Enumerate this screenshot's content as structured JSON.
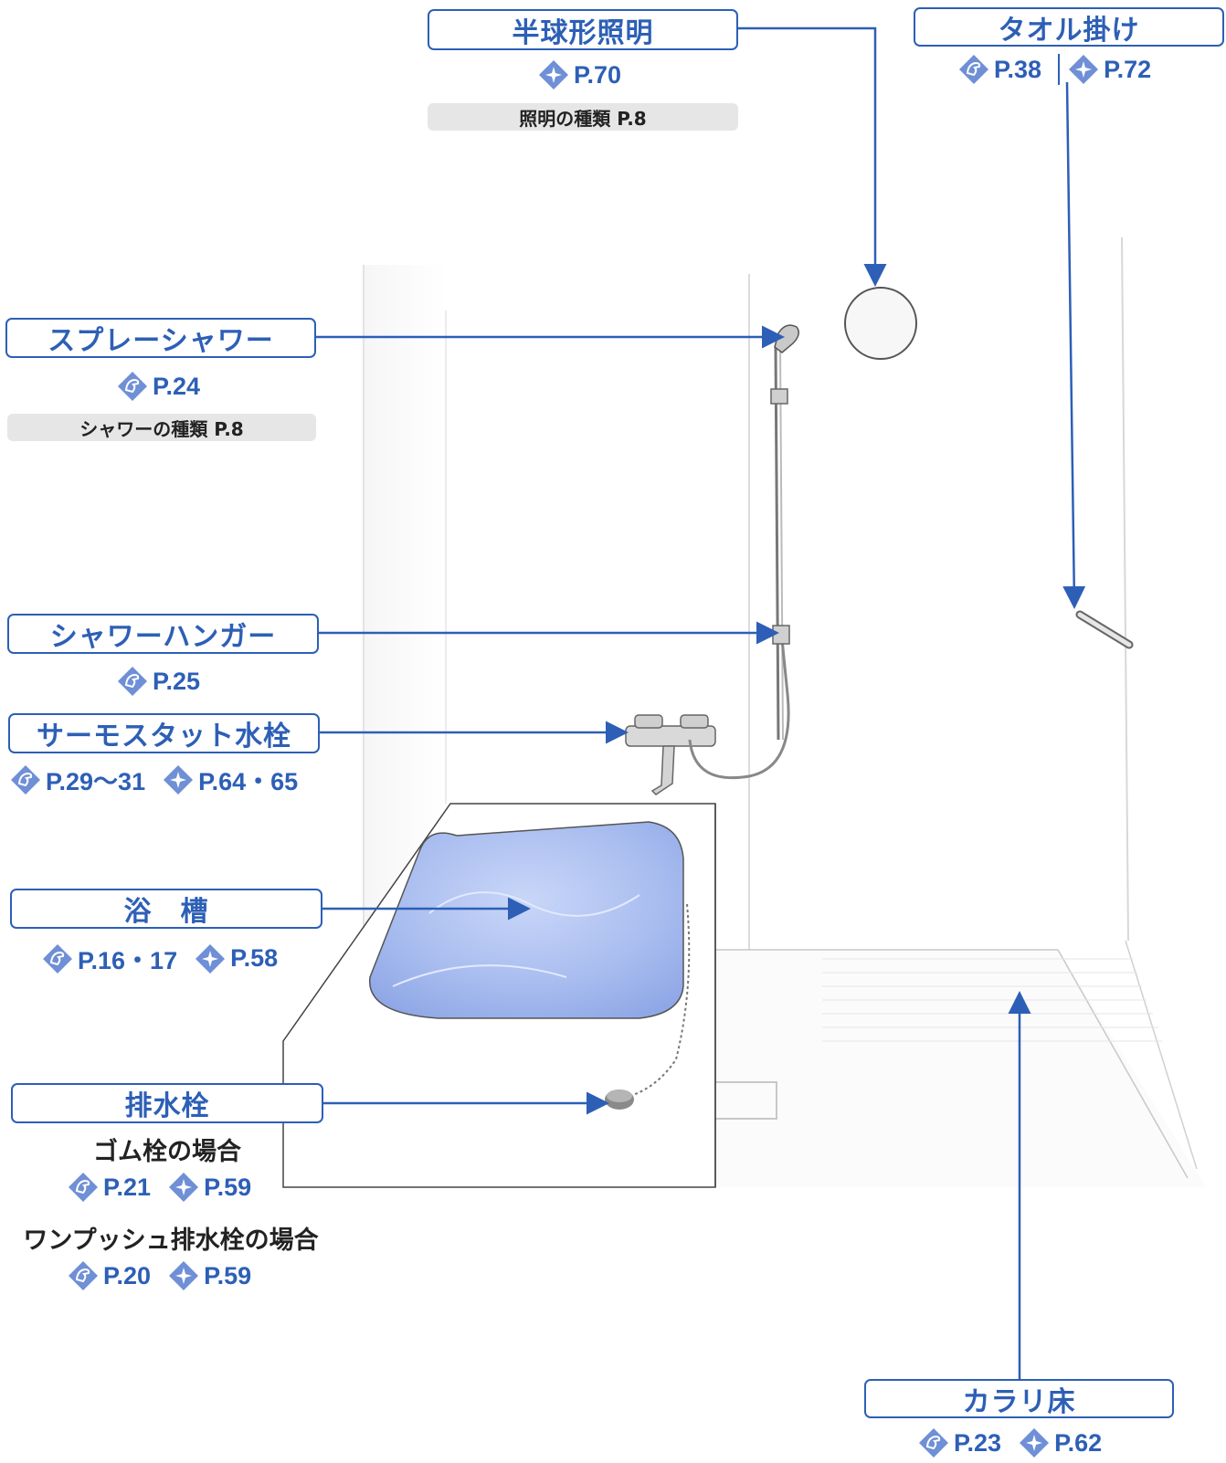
{
  "colors": {
    "accent": "#2d5fb6",
    "water": "#aebff0",
    "note_bg": "#e6e6e6"
  },
  "icons": {
    "care": "hand-diamond-icon",
    "clean": "sparkle-diamond-icon"
  },
  "lighting": {
    "label": "半球形照明",
    "clean_ref": "P.70",
    "note": "照明の種類 P.8"
  },
  "towel_bar": {
    "label": "タオル掛け",
    "care_ref": "P.38",
    "clean_ref": "P.72"
  },
  "spray_shower": {
    "label": "スプレーシャワー",
    "care_ref": "P.24",
    "note": "シャワーの種類 P.8"
  },
  "shower_hanger": {
    "label": "シャワーハンガー",
    "care_ref": "P.25"
  },
  "thermostat_faucet": {
    "label": "サーモスタット水栓",
    "care_ref": "P.29〜31",
    "clean_ref": "P.64・65"
  },
  "bathtub": {
    "label": "浴　槽",
    "care_ref": "P.16・17",
    "clean_ref": "P.58"
  },
  "drain_plug": {
    "label": "排水栓",
    "rubber_case": "ゴム栓の場合",
    "rubber_care_ref": "P.21",
    "rubber_clean_ref": "P.59",
    "push_case": "ワンプッシュ排水栓の場合",
    "push_care_ref": "P.20",
    "push_clean_ref": "P.59"
  },
  "karari_floor": {
    "label": "カラリ床",
    "care_ref": "P.23",
    "clean_ref": "P.62"
  }
}
